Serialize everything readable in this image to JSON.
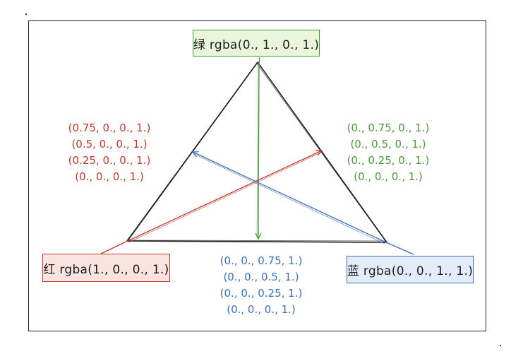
{
  "nodes": {
    "green": {
      "label": "绿 rgba(0., 1., 0., 1.)"
    },
    "red": {
      "label": "红 rgba(1., 0., 0., 1.)"
    },
    "blue": {
      "label": "蓝 rgba(0., 0., 1., 1.)"
    }
  },
  "gradients": {
    "red_side": [
      "(0.75, 0., 0., 1.)",
      "(0.5, 0., 0., 1.)",
      "(0.25, 0., 0., 1.)",
      "(0., 0., 0., 1.)"
    ],
    "green_side": [
      "(0., 0.75, 0., 1.)",
      "(0., 0.5, 0., 1.)",
      "(0., 0.25, 0., 1.)",
      "(0., 0., 0., 1.)"
    ],
    "blue_side": [
      "(0., 0., 0.75, 1.)",
      "(0., 0., 0.5, 1.)",
      "(0., 0., 0.25, 1.)",
      "(0., 0., 0., 1.)"
    ]
  },
  "colors": {
    "red": "#c0392b",
    "green": "#4a9a3a",
    "blue": "#3f6fb5",
    "outline": "#1e1e1e"
  }
}
